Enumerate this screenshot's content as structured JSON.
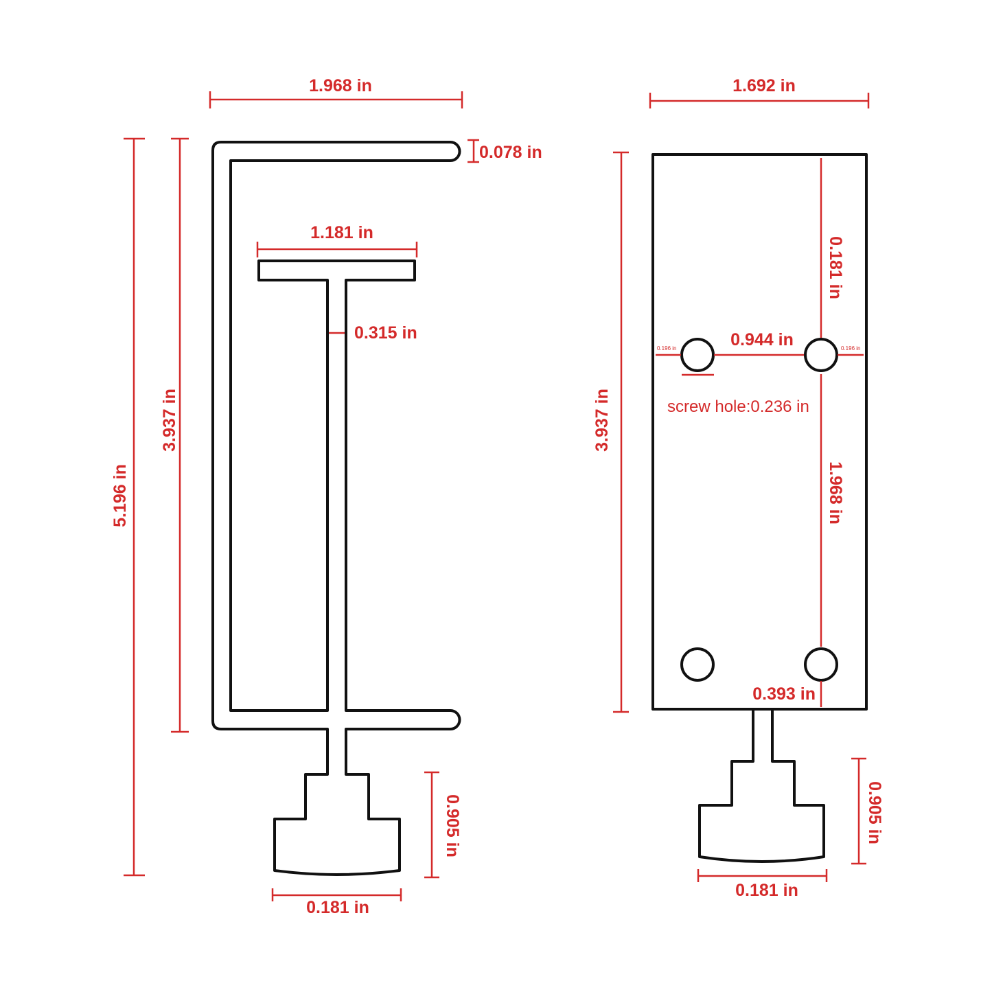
{
  "colors": {
    "outline": "#111111",
    "dimension": "#d42a2a",
    "background": "#ffffff"
  },
  "side_view": {
    "overall_width": "1.968 in",
    "jaw_gap": "0.078 in",
    "pad_width": "1.181 in",
    "screw_width": "0.315 in",
    "total_height": "5.196 in",
    "frame_height": "3.937 in",
    "knob_height": "0.905 in",
    "knob_width": "0.181 in"
  },
  "front_view": {
    "overall_width": "1.692 in",
    "total_height": "3.937 in",
    "hole_top_offset": "0.181 in",
    "hole_spacing_h": "0.944 in",
    "edge_offset_left": "0.196 in",
    "edge_offset_right": "0.196 in",
    "screw_hole_note": "screw hole:0.236 in",
    "hole_spacing_v": "1.968 in",
    "hole_bottom_offset": "0.393 in",
    "knob_height": "0.905 in",
    "knob_width": "0.181 in"
  }
}
